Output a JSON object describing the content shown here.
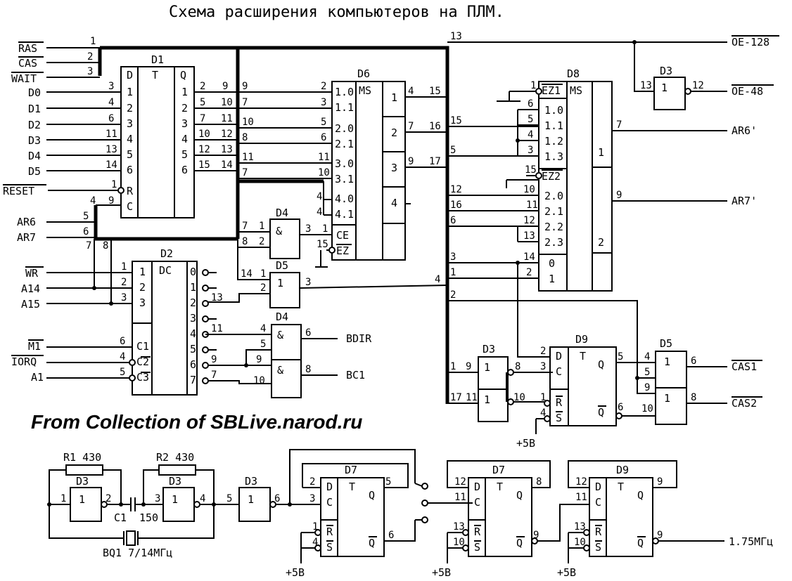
{
  "title": "Схема расширения компьютеров на ПЛМ.",
  "credit": "From Collection of SBLive.narod.ru",
  "chips": {
    "d1": {
      "name": "D1",
      "type": "T",
      "in": [
        "D",
        "1",
        "2",
        "3",
        "4",
        "5",
        "6"
      ],
      "out": [
        "Q",
        "1",
        "2",
        "3",
        "4",
        "5",
        "6"
      ],
      "r": "R",
      "c": "C"
    },
    "d6": {
      "name": "D6",
      "type": "MS",
      "in": [
        "1.0",
        "1.1",
        "2.0",
        "2.1",
        "3.0",
        "3.1",
        "4.0",
        "4.1",
        "CE",
        "EZ"
      ],
      "out": [
        "1",
        "2",
        "3",
        "4"
      ]
    },
    "d8": {
      "name": "D8",
      "type": "MS",
      "in": [
        "EZ1",
        "1.0",
        "1.1",
        "1.2",
        "1.3",
        "EZ2",
        "2.0",
        "2.1",
        "2.2",
        "2.3",
        "0",
        "1"
      ],
      "out": [
        "1",
        "2"
      ]
    },
    "d2": {
      "name": "D2",
      "type": "DC",
      "in": [
        "1",
        "2",
        "3",
        "C1",
        "C2",
        "C3"
      ],
      "out": [
        "0",
        "1",
        "2",
        "3",
        "4",
        "5",
        "6",
        "7"
      ]
    },
    "d3a": {
      "name": "D3"
    },
    "d3b": {
      "name": "D3"
    },
    "d4a": {
      "name": "D4"
    },
    "d4b": {
      "name": "D4"
    },
    "d5a": {
      "name": "D5"
    },
    "d5b": {
      "name": "D5"
    },
    "d9a": {
      "name": "D9"
    },
    "d9b": {
      "name": "D9"
    },
    "d7a": {
      "name": "D7"
    },
    "d7b": {
      "name": "D7"
    },
    "osc1": {
      "name": "D3"
    },
    "osc2": {
      "name": "D3"
    },
    "osc3": {
      "name": "D3"
    }
  },
  "signals": {
    "ras": "RAS",
    "cas": "CAS",
    "wait": "WAIT",
    "d0": "D0",
    "d1": "D1",
    "d2": "D2",
    "d3": "D3",
    "d4": "D4",
    "d5": "D5",
    "reset": "RESET",
    "ar6": "AR6",
    "ar7": "AR7",
    "wr": "WR",
    "a14": "A14",
    "a15": "A15",
    "m1": "M1",
    "iorq": "IORQ",
    "a1": "A1",
    "oe128": "OE-128",
    "oe48": "OE-48",
    "ar6p": "AR6'",
    "ar7p": "AR7'",
    "bdir": "BDIR",
    "bc1": "BC1",
    "cas1": "CAS1",
    "cas2": "CAS2",
    "clk": "1.75МГц",
    "plus5": "+5В"
  },
  "symbols": {
    "and": "&",
    "or": "1",
    "dtrig": "T"
  },
  "components": {
    "r1": "R1 430",
    "r2": "R2 430",
    "c1": "C1",
    "c1val": "150",
    "bq1": "BQ1 7/14МГц"
  }
}
